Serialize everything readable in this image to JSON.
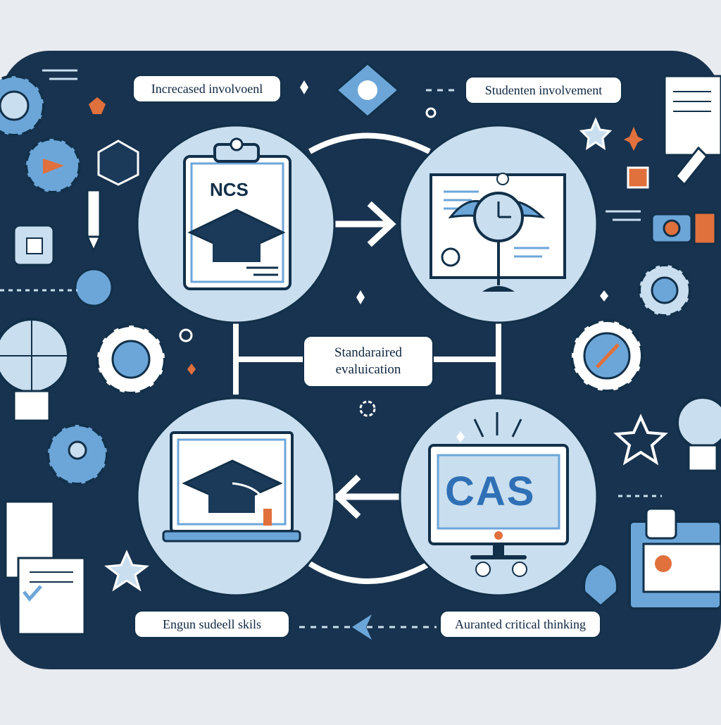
{
  "labels": {
    "top_left": "Increcased involvoenl",
    "top_right": "Studenten involvement",
    "center_line1": "Standaraired",
    "center_line2": "evaluication",
    "bottom_left": "Engun sudeell skils",
    "bottom_right": "Auranted critical thinking"
  },
  "nodes": {
    "ncs_title": "NCS",
    "cas_title": "CAS"
  },
  "colors": {
    "panel": "#18334f",
    "circle": "#c9deef",
    "accent": "#6ca6d9",
    "ink": "#0f2740",
    "orange": "#e0703c",
    "background": "#e8ebf0"
  }
}
